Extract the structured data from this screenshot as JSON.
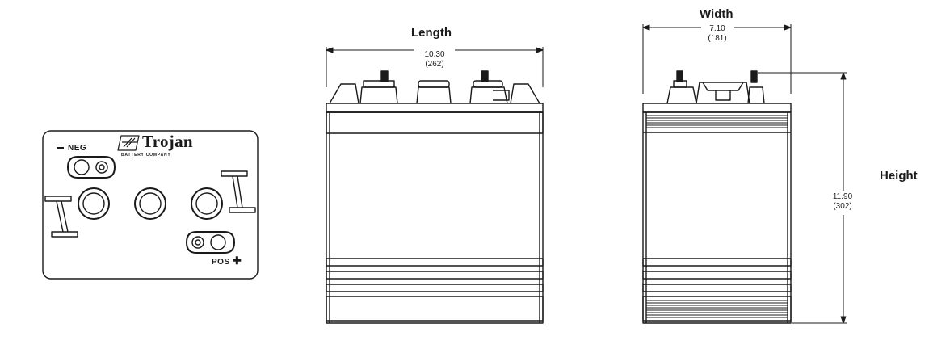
{
  "labels": {
    "length": "Length",
    "width": "Width",
    "height": "Height"
  },
  "dimensions": {
    "length": {
      "inches": "10.30",
      "mm": "(262)"
    },
    "width": {
      "inches": "7.10",
      "mm": "(181)"
    },
    "height": {
      "inches": "11.90",
      "mm": "(302)"
    }
  },
  "top_view": {
    "brand": "Trojan",
    "brand_sub": "BATTERY COMPANY",
    "neg_label": "NEG",
    "pos_label": "POS"
  }
}
